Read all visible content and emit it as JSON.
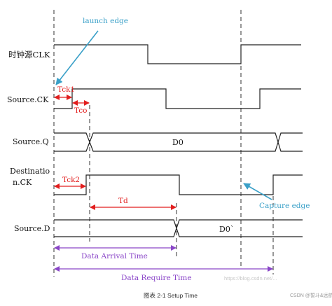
{
  "signals": {
    "clk": "时钟源CLK",
    "source_ck": "Source.CK",
    "source_q": "Source.Q",
    "dest_ck_line1": "Destinatio",
    "dest_ck_line2": "n.CK",
    "source_d": "Source.D"
  },
  "annotations": {
    "launch_edge": "launch edge",
    "capture_edge": "Capture edge",
    "tck1": "Tck1",
    "tco": "Tco",
    "tck2": "Tck2",
    "td": "Td",
    "q_data": "D0",
    "d_data": "D0`",
    "data_arrival": "Data Arrival Time",
    "data_require": "Data Require Time"
  },
  "caption": "图表 2-1 Setup Time",
  "watermark": "CSDN @誓斗&远航",
  "watermark_faint": "https://blog.csdn.net/..."
}
